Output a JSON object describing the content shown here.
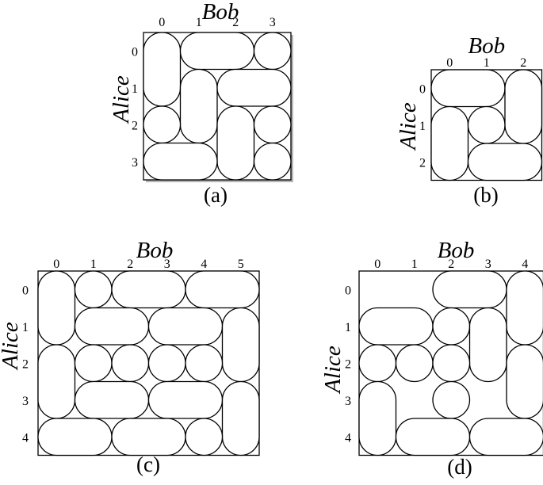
{
  "diagrams": [
    {
      "label": "(a)",
      "row_axis": "Alice",
      "col_axis": "Bob",
      "rows": [
        "0",
        "1",
        "2",
        "3"
      ],
      "cols": [
        "0",
        "1",
        "2",
        "3"
      ],
      "tiles": [
        {
          "shape": "vertical-domino",
          "cells": [
            [
              0,
              0
            ],
            [
              1,
              0
            ]
          ]
        },
        {
          "shape": "horizontal-domino",
          "cells": [
            [
              0,
              1
            ],
            [
              0,
              2
            ]
          ]
        },
        {
          "shape": "monomino",
          "cells": [
            [
              0,
              3
            ]
          ]
        },
        {
          "shape": "vertical-domino",
          "cells": [
            [
              1,
              1
            ],
            [
              2,
              1
            ]
          ]
        },
        {
          "shape": "horizontal-domino",
          "cells": [
            [
              1,
              2
            ],
            [
              1,
              3
            ]
          ]
        },
        {
          "shape": "monomino",
          "cells": [
            [
              2,
              0
            ]
          ]
        },
        {
          "shape": "vertical-domino",
          "cells": [
            [
              2,
              2
            ],
            [
              3,
              2
            ]
          ]
        },
        {
          "shape": "monomino",
          "cells": [
            [
              2,
              3
            ]
          ]
        },
        {
          "shape": "horizontal-domino",
          "cells": [
            [
              3,
              0
            ],
            [
              3,
              1
            ]
          ]
        },
        {
          "shape": "monomino",
          "cells": [
            [
              3,
              3
            ]
          ]
        }
      ]
    },
    {
      "label": "(b)",
      "row_axis": "Alice",
      "col_axis": "Bob",
      "rows": [
        "0",
        "1",
        "2"
      ],
      "cols": [
        "0",
        "1",
        "2"
      ],
      "tiles": [
        {
          "shape": "horizontal-domino",
          "cells": [
            [
              0,
              0
            ],
            [
              0,
              1
            ]
          ]
        },
        {
          "shape": "vertical-domino",
          "cells": [
            [
              0,
              2
            ],
            [
              1,
              2
            ]
          ]
        },
        {
          "shape": "vertical-domino",
          "cells": [
            [
              1,
              0
            ],
            [
              2,
              0
            ]
          ]
        },
        {
          "shape": "monomino",
          "cells": [
            [
              1,
              1
            ]
          ]
        },
        {
          "shape": "horizontal-domino",
          "cells": [
            [
              2,
              1
            ],
            [
              2,
              2
            ]
          ]
        }
      ]
    },
    {
      "label": "(c)",
      "row_axis": "Alice",
      "col_axis": "Bob",
      "rows": [
        "0",
        "1",
        "2",
        "3",
        "4"
      ],
      "cols": [
        "0",
        "1",
        "2",
        "3",
        "4",
        "5"
      ],
      "tiles": [
        {
          "shape": "vertical-domino",
          "cells": [
            [
              0,
              0
            ],
            [
              1,
              0
            ]
          ]
        },
        {
          "shape": "monomino",
          "cells": [
            [
              0,
              1
            ]
          ]
        },
        {
          "shape": "horizontal-domino",
          "cells": [
            [
              0,
              2
            ],
            [
              0,
              3
            ]
          ]
        },
        {
          "shape": "horizontal-domino",
          "cells": [
            [
              0,
              4
            ],
            [
              0,
              5
            ]
          ]
        },
        {
          "shape": "horizontal-domino",
          "cells": [
            [
              1,
              1
            ],
            [
              1,
              2
            ]
          ]
        },
        {
          "shape": "horizontal-domino",
          "cells": [
            [
              1,
              3
            ],
            [
              1,
              4
            ]
          ]
        },
        {
          "shape": "vertical-domino",
          "cells": [
            [
              1,
              5
            ],
            [
              2,
              5
            ]
          ]
        },
        {
          "shape": "vertical-domino",
          "cells": [
            [
              2,
              0
            ],
            [
              3,
              0
            ]
          ]
        },
        {
          "shape": "monomino",
          "cells": [
            [
              2,
              1
            ]
          ]
        },
        {
          "shape": "monomino",
          "cells": [
            [
              2,
              2
            ]
          ]
        },
        {
          "shape": "monomino",
          "cells": [
            [
              2,
              3
            ]
          ]
        },
        {
          "shape": "monomino",
          "cells": [
            [
              2,
              4
            ]
          ]
        },
        {
          "shape": "horizontal-domino",
          "cells": [
            [
              3,
              1
            ],
            [
              3,
              2
            ]
          ]
        },
        {
          "shape": "horizontal-domino",
          "cells": [
            [
              3,
              3
            ],
            [
              3,
              4
            ]
          ]
        },
        {
          "shape": "vertical-domino",
          "cells": [
            [
              3,
              5
            ],
            [
              4,
              5
            ]
          ]
        },
        {
          "shape": "horizontal-domino",
          "cells": [
            [
              4,
              0
            ],
            [
              4,
              1
            ]
          ]
        },
        {
          "shape": "horizontal-domino",
          "cells": [
            [
              4,
              2
            ],
            [
              4,
              3
            ]
          ]
        },
        {
          "shape": "monomino",
          "cells": [
            [
              4,
              4
            ]
          ]
        }
      ]
    },
    {
      "label": "(d)",
      "row_axis": "Alice",
      "col_axis": "Bob",
      "rows": [
        "0",
        "1",
        "2",
        "3",
        "4"
      ],
      "cols": [
        "0",
        "1",
        "2",
        "3",
        "4"
      ],
      "tiles": [
        {
          "shape": "horizontal-domino",
          "cells": [
            [
              0,
              2
            ],
            [
              0,
              3
            ]
          ]
        },
        {
          "shape": "vertical-domino",
          "cells": [
            [
              0,
              4
            ],
            [
              1,
              4
            ]
          ]
        },
        {
          "shape": "horizontal-domino",
          "cells": [
            [
              1,
              0
            ],
            [
              1,
              1
            ]
          ]
        },
        {
          "shape": "monomino",
          "cells": [
            [
              1,
              2
            ]
          ]
        },
        {
          "shape": "vertical-domino",
          "cells": [
            [
              1,
              3
            ],
            [
              2,
              3
            ]
          ]
        },
        {
          "shape": "monomino",
          "cells": [
            [
              2,
              0
            ]
          ]
        },
        {
          "shape": "monomino",
          "cells": [
            [
              2,
              1
            ]
          ]
        },
        {
          "shape": "monomino",
          "cells": [
            [
              2,
              2
            ]
          ]
        },
        {
          "shape": "vertical-domino",
          "cells": [
            [
              2,
              4
            ],
            [
              3,
              4
            ]
          ]
        },
        {
          "shape": "vertical-domino",
          "cells": [
            [
              3,
              0
            ],
            [
              4,
              0
            ]
          ]
        },
        {
          "shape": "monomino",
          "cells": [
            [
              3,
              2
            ]
          ]
        },
        {
          "shape": "horizontal-domino",
          "cells": [
            [
              4,
              1
            ],
            [
              4,
              2
            ]
          ]
        },
        {
          "shape": "horizontal-domino",
          "cells": [
            [
              4,
              3
            ],
            [
              4,
              4
            ]
          ]
        }
      ]
    }
  ]
}
